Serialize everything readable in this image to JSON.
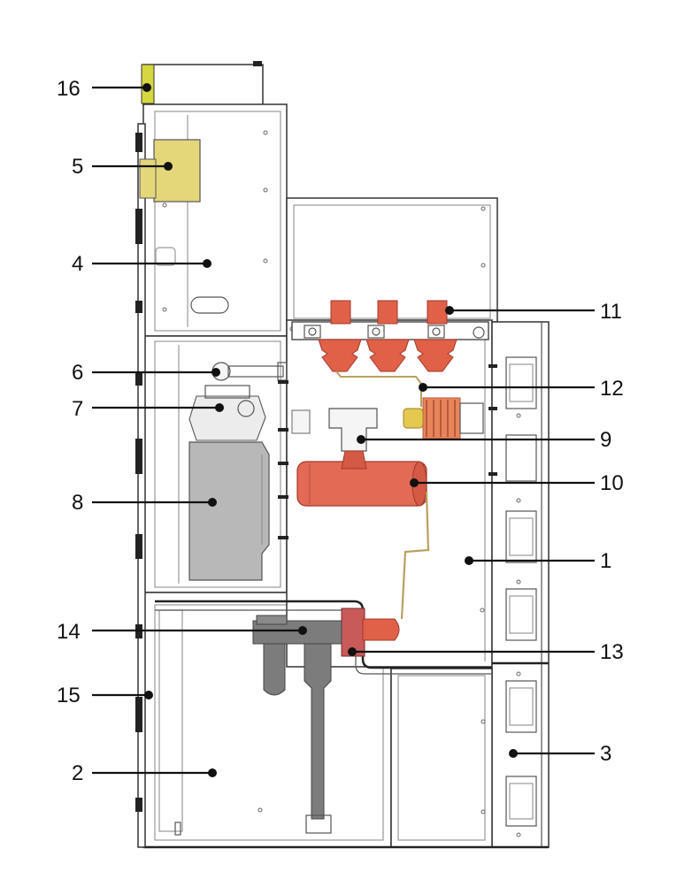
{
  "colors": {
    "outline": "#222222",
    "insulator_red": "#e06048",
    "insulator_dark": "#c84a35",
    "cylinder_red": "#e36a55",
    "yellow_box": "#e4d77a",
    "yellow_bar": "#d6d640",
    "grey_device": "#b8b8b8",
    "cable_grey": "#7c7c7c",
    "bushing_pink": "#c85a5a",
    "coil_orange": "#e8845a",
    "wire_tan": "#b8a060"
  },
  "callouts": [
    {
      "id": "16",
      "label": "16"
    },
    {
      "id": "5",
      "label": "5"
    },
    {
      "id": "4",
      "label": "4"
    },
    {
      "id": "11",
      "label": "11"
    },
    {
      "id": "6",
      "label": "6"
    },
    {
      "id": "12",
      "label": "12"
    },
    {
      "id": "7",
      "label": "7"
    },
    {
      "id": "9",
      "label": "9"
    },
    {
      "id": "10",
      "label": "10"
    },
    {
      "id": "8",
      "label": "8"
    },
    {
      "id": "1",
      "label": "1"
    },
    {
      "id": "14",
      "label": "14"
    },
    {
      "id": "13",
      "label": "13"
    },
    {
      "id": "15",
      "label": "15"
    },
    {
      "id": "3",
      "label": "3"
    },
    {
      "id": "2",
      "label": "2"
    }
  ]
}
